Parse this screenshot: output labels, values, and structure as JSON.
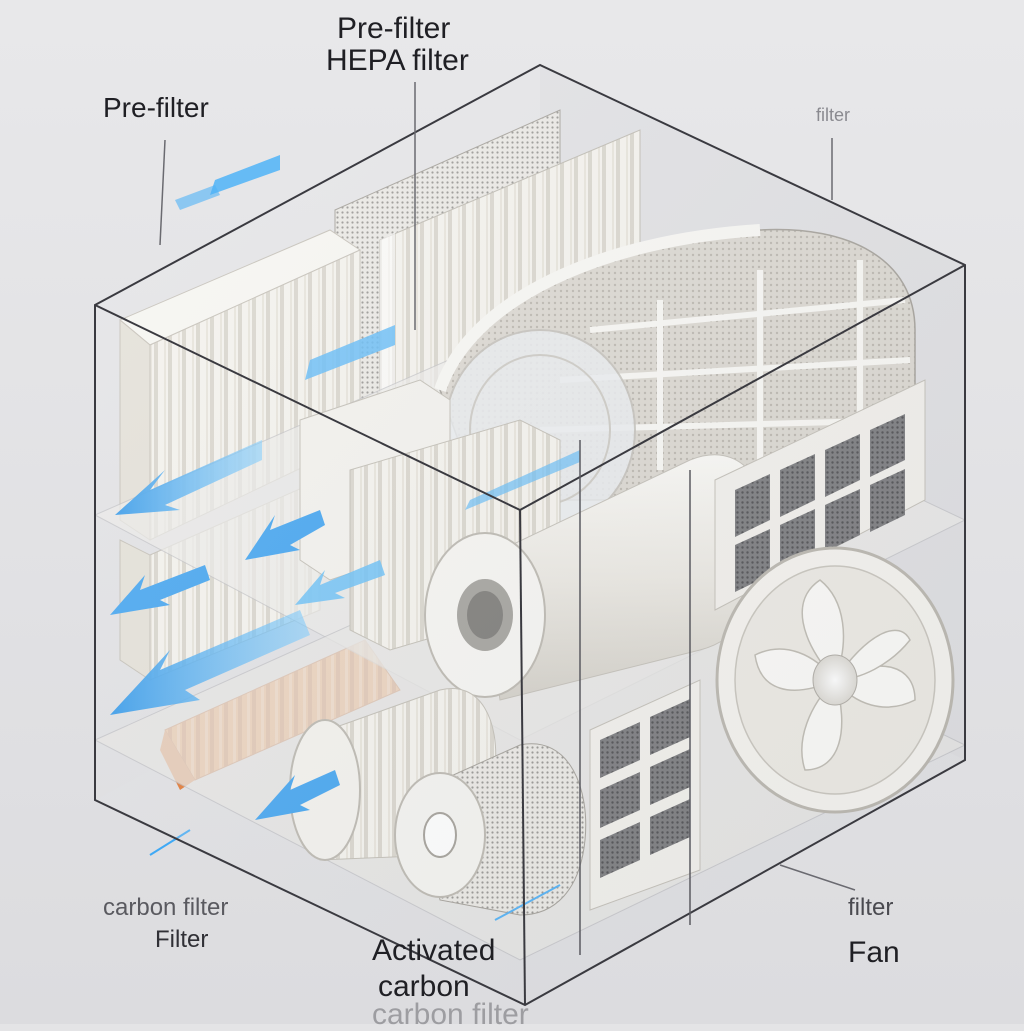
{
  "labels": {
    "top_prefilter": "Pre-filter",
    "top_hepa": "HEPA filter",
    "left_prefilter": "Pre-filter",
    "right_filter_small": "filter",
    "carbon_filter": "carbon filter",
    "filter_lower": "Filter",
    "activated": "Activated",
    "carbon": "carbon",
    "carbon_filter_bottom": "carbon filter",
    "right_filter": "filter",
    "fan": "Fan"
  },
  "colors": {
    "background": "#e4e4e6",
    "airflow_arrow": "#3fa9f5",
    "activated_carbon": "#f07a25",
    "filter_media": "#f2f0ea",
    "hepa_mesh": "#d8d4cc",
    "box_edge": "#3a3a40"
  }
}
